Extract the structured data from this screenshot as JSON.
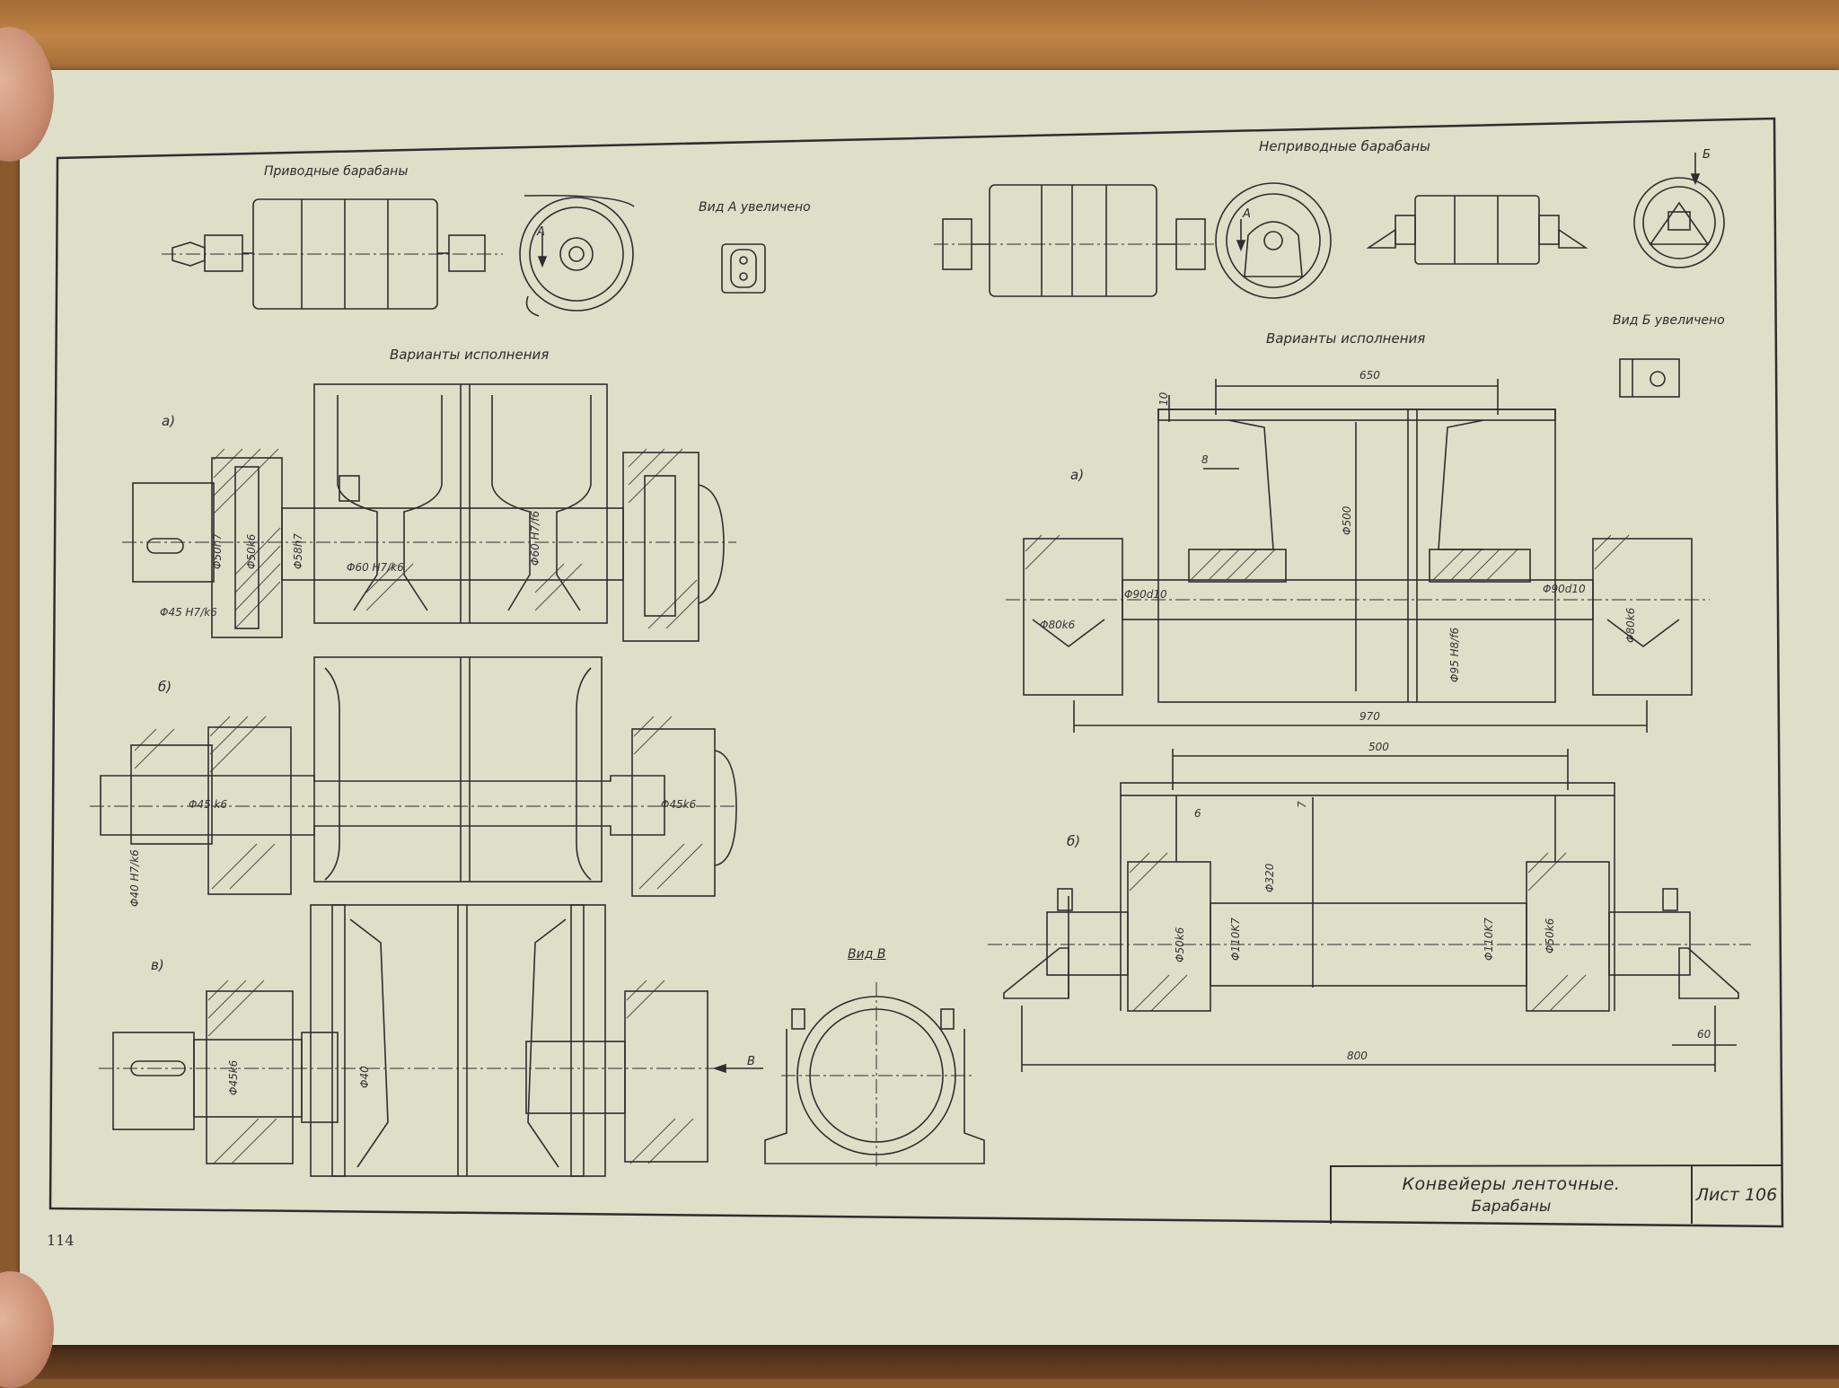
{
  "titles": {
    "drive_pulleys": "Приводные барабаны",
    "non_drive_pulleys": "Неприводные барабаны",
    "view_a": "Вид А увеличено",
    "view_b_enlarged": "Вид Б увеличено",
    "variants_left": "Варианты исполнения",
    "variants_right": "Варианты исполнения",
    "view_v": "Вид В"
  },
  "markers": {
    "a_left": "а)",
    "b_left": "б)",
    "v_left": "в)",
    "a_right": "а)",
    "b_right": "б)",
    "arrow_a": "А",
    "arrow_a2": "А",
    "arrow_b": "Б",
    "arrow_v": "В"
  },
  "dimensions": {
    "d50h7": "Φ50h7",
    "d50k6": "Φ50k6",
    "d58h7": "Φ58h7",
    "d60_fit": "Φ60 H7/k6",
    "d60_fit2": "Φ60 H7/f6",
    "d45_fit": "Φ45 H7/k6",
    "d45k6": "Φ45 k6",
    "d45k6_right": "Φ45k6",
    "d40_fit": "Φ40 H7/k6",
    "d45k6_v": "Φ45k6",
    "d40_v": "Φ40",
    "dim_650": "650",
    "dim_10": "10",
    "dim_8": "8",
    "d500": "Φ500",
    "d90d10_left": "Φ90d10",
    "d90d10_right": "Φ90d10",
    "d80k6_left": "Φ80k6",
    "d80k6_right": "Φ80k6",
    "d95_fit": "Φ95 H8/f6",
    "dim_970": "970",
    "dim_500": "500",
    "dim_7": "7",
    "dim_6": "6",
    "d320": "Φ320",
    "d50k6_b1": "Φ50k6",
    "d110k7_1": "Φ110K7",
    "d110k7_2": "Φ110K7",
    "d50k6_b2": "Φ50k6",
    "dim_800": "800",
    "dim_60": "60"
  },
  "title_block": {
    "line1": "Конвейеры ленточные.",
    "line2": "Барабаны",
    "sheet": "Лист 106"
  },
  "page_number": "114"
}
